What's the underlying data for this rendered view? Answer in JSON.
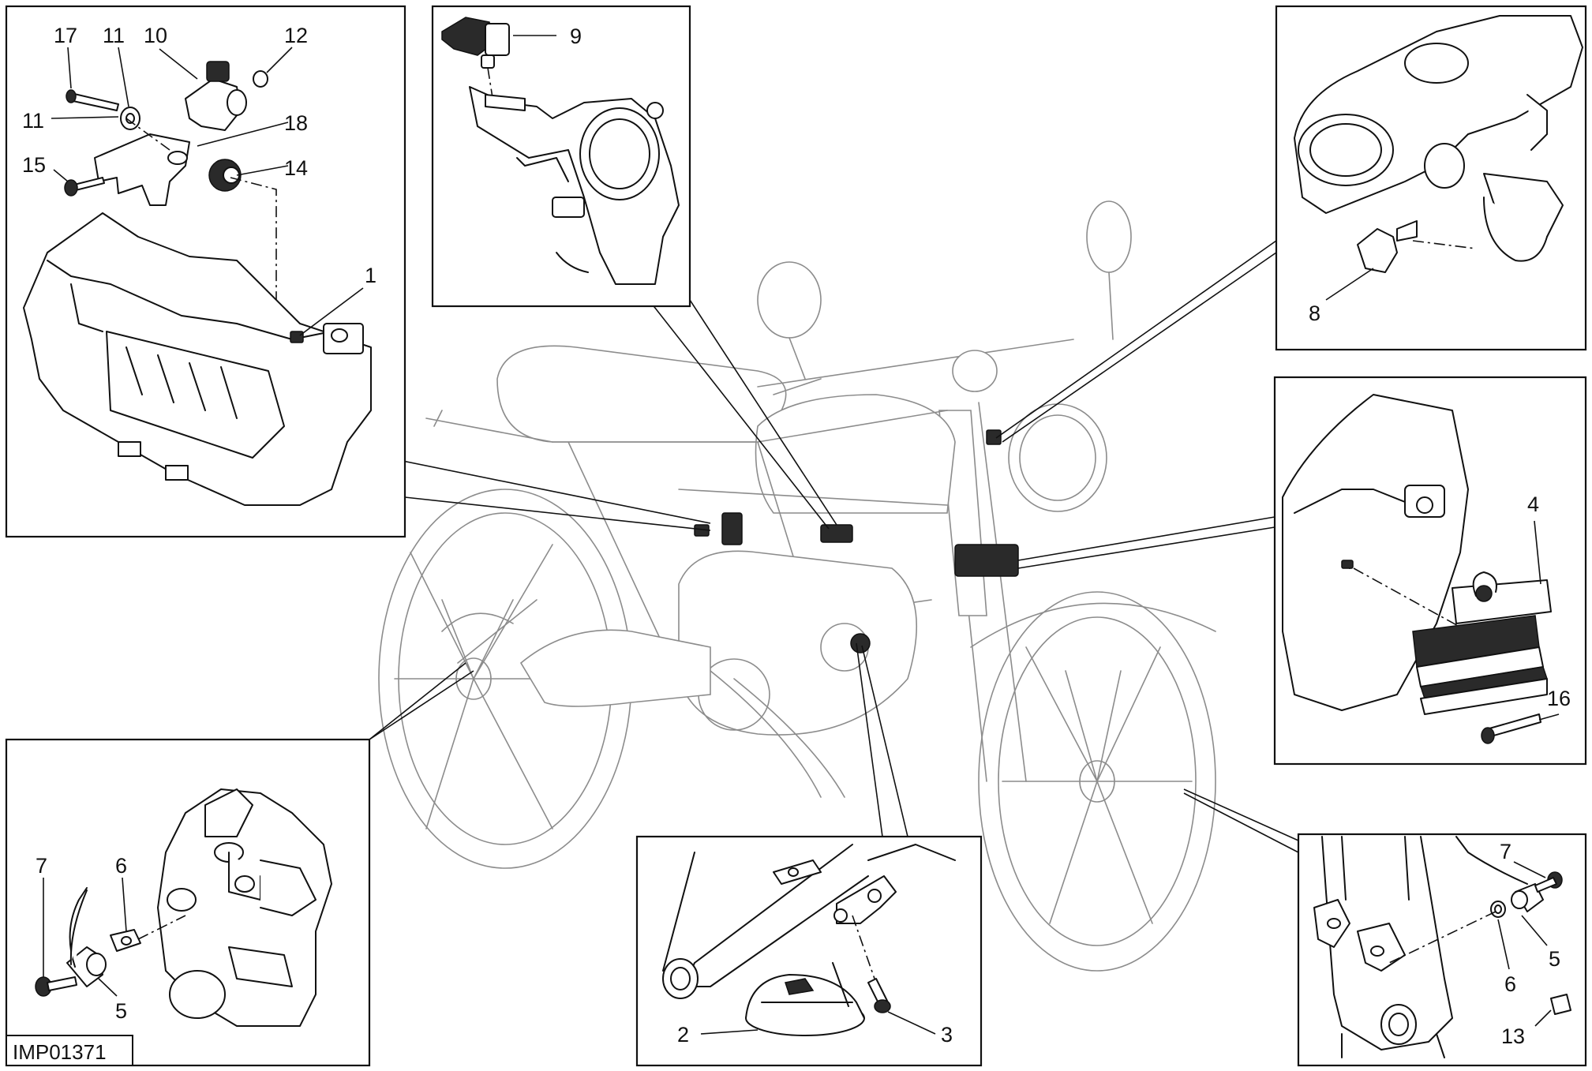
{
  "drawing_code": "IMP01371",
  "callouts": {
    "c1": "1",
    "c2": "2",
    "c3": "3",
    "c4": "4",
    "c5a": "5",
    "c5b": "5",
    "c6a": "6",
    "c6b": "6",
    "c7a": "7",
    "c7b": "7",
    "c8": "8",
    "c9": "9",
    "c10": "10",
    "c11a": "11",
    "c11b": "11",
    "c12": "12",
    "c13": "13",
    "c14": "14",
    "c15": "15",
    "c16": "16",
    "c17": "17",
    "c18": "18"
  }
}
